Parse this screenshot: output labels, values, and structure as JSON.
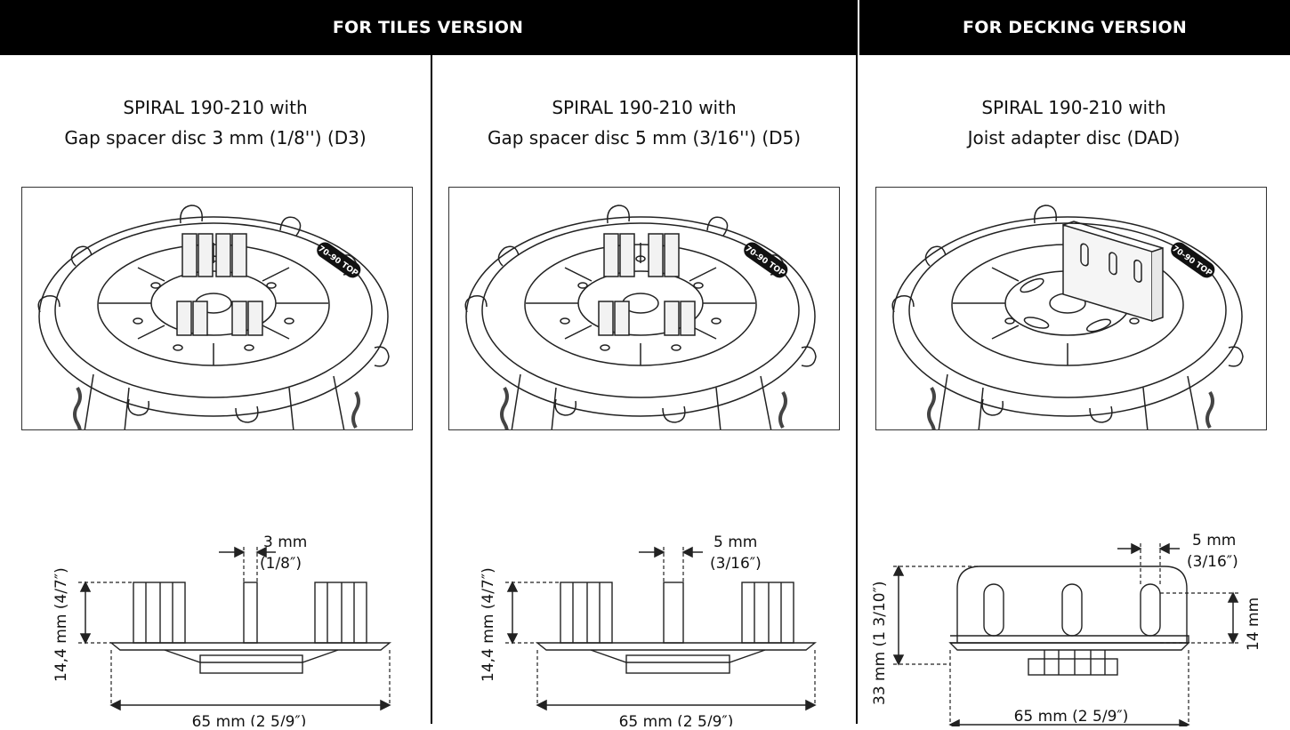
{
  "headers": {
    "tiles": "FOR TILES VERSION",
    "decking": "FOR DECKING VERSION"
  },
  "panels": [
    {
      "title_line1": "SPIRAL 190-210 with",
      "title_line2": "Gap spacer disc 3 mm (1/8'') (D3)",
      "badge": "70-90 TOP",
      "dim_gap": "3 mm",
      "dim_gap_in": "(1/8″)",
      "dim_height": "14,4 mm (4/7″)",
      "dim_width": "65 mm (2 5/9″)"
    },
    {
      "title_line1": "SPIRAL 190-210 with",
      "title_line2": "Gap spacer disc 5 mm (3/16'') (D5)",
      "badge": "70-90 TOP",
      "dim_gap": "5 mm",
      "dim_gap_in": "(3/16″)",
      "dim_height": "14,4 mm (4/7″)",
      "dim_width": "65 mm (2 5/9″)"
    },
    {
      "title_line1": "SPIRAL 190-210 with",
      "title_line2": "Joist adapter disc (DAD)",
      "badge": "70-90 TOP",
      "dim_gap": "5 mm",
      "dim_gap_in": "(3/16″)",
      "dim_height": "33 mm (1 3/10″)",
      "dim_slot": "14 mm",
      "dim_width": "65 mm (2 5/9″)"
    }
  ]
}
